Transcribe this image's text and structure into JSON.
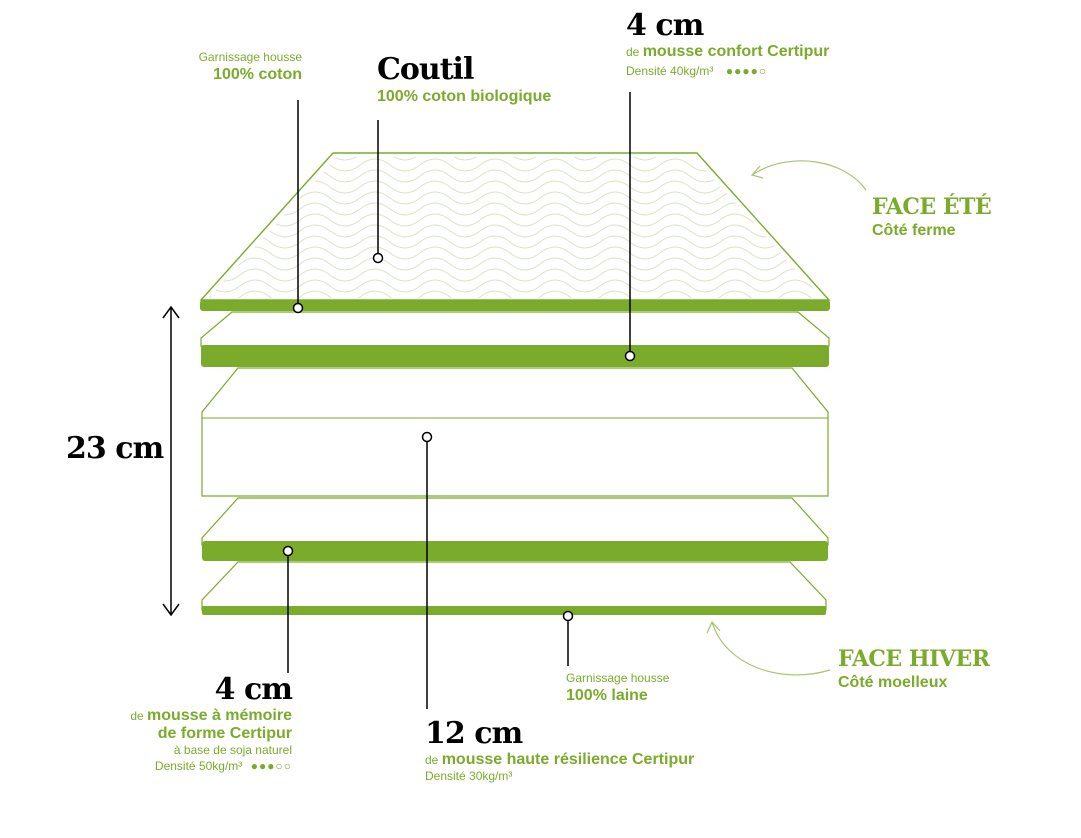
{
  "colors": {
    "accent": "#7aab2a",
    "accent_light": "#a8c66e",
    "quilt": "#d9e3c4",
    "ink": "#000000"
  },
  "labels": {
    "top_left_fill": {
      "line1": "Garnissage housse",
      "line2": "100% coton"
    },
    "coutil": {
      "title": "Coutil",
      "sub": "100% coton biologique"
    },
    "comfort_foam": {
      "size": "4 cm",
      "prefix": "de ",
      "name": "mousse confort Certipur",
      "density": "Densité 40kg/m³",
      "rating": "●●●●○"
    },
    "face_ete": {
      "title": "FACE ÉTÉ",
      "sub": "Côté ferme"
    },
    "face_hiver": {
      "title": "FACE HIVER",
      "sub": "Côté moelleux"
    },
    "total_height": "23 cm",
    "memory_foam": {
      "size": "4 cm",
      "prefix": "de ",
      "name1": "mousse à mémoire",
      "name2": "de forme Certipur",
      "base": "à base de soja naturel",
      "density": "Densité 50kg/m³",
      "rating": "●●●○○"
    },
    "core_foam": {
      "size": "12 cm",
      "prefix": "de ",
      "name": "mousse haute résilience Certipur",
      "density": "Densité 30kg/m³"
    },
    "bottom_fill": {
      "line1": "Garnissage housse",
      "line2": "100% laine"
    }
  }
}
